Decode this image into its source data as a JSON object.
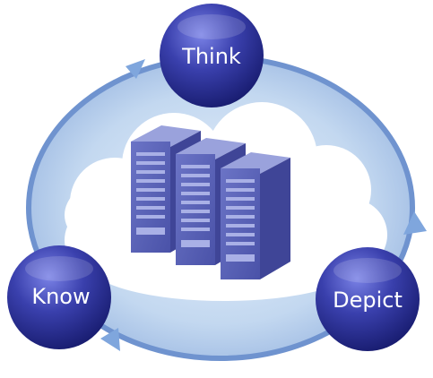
{
  "cycle": {
    "nodes": [
      {
        "label": "Think"
      },
      {
        "label": "Know"
      },
      {
        "label": "Depict"
      }
    ]
  },
  "colors": {
    "ring_fill": "#c3d8f0",
    "ring_edge": "#6f93cf",
    "cloud": "#ffffff",
    "server_front": "#5961b3",
    "server_side": "#3f4597",
    "server_top": "#9aa2dc",
    "node_light": "#6a72d6",
    "node_dark": "#1a1f7a",
    "arrow": "#7fa6dd"
  },
  "icons": [
    "server-stack-icon",
    "cloud-icon"
  ]
}
